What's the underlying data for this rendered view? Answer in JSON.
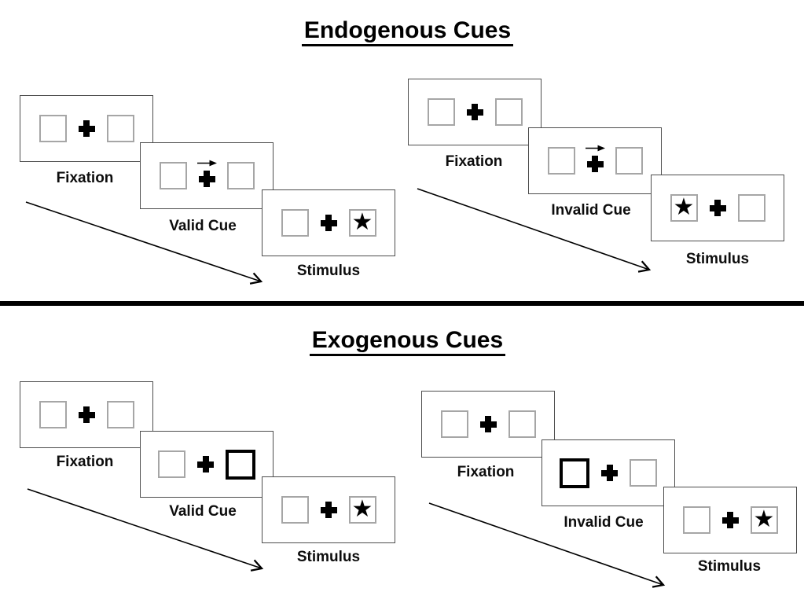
{
  "colors": {
    "background": "#ffffff",
    "ink": "#000000",
    "panel_border": "#4d4d4d",
    "box_border": "#a6a6a6",
    "divider": "#000000"
  },
  "icons": {
    "star": "★",
    "cue_arrow": "right-arrow",
    "fixation_cross": "plus"
  },
  "endogenous": {
    "title": "Endogenous Cues",
    "valid_sequence": {
      "panels": [
        {
          "label": "Fixation"
        },
        {
          "label": "Valid Cue"
        },
        {
          "label": "Stimulus"
        }
      ],
      "cue_direction": "right",
      "stimulus_side": "right"
    },
    "invalid_sequence": {
      "panels": [
        {
          "label": "Fixation"
        },
        {
          "label": "Invalid Cue"
        },
        {
          "label": "Stimulus"
        }
      ],
      "cue_direction": "right",
      "stimulus_side": "left"
    }
  },
  "exogenous": {
    "title": "Exogenous Cues",
    "valid_sequence": {
      "panels": [
        {
          "label": "Fixation"
        },
        {
          "label": "Valid Cue"
        },
        {
          "label": "Stimulus"
        }
      ],
      "cued_side": "right",
      "stimulus_side": "right"
    },
    "invalid_sequence": {
      "panels": [
        {
          "label": "Fixation"
        },
        {
          "label": "Invalid Cue"
        },
        {
          "label": "Stimulus"
        }
      ],
      "cued_side": "left",
      "stimulus_side": "right"
    }
  }
}
